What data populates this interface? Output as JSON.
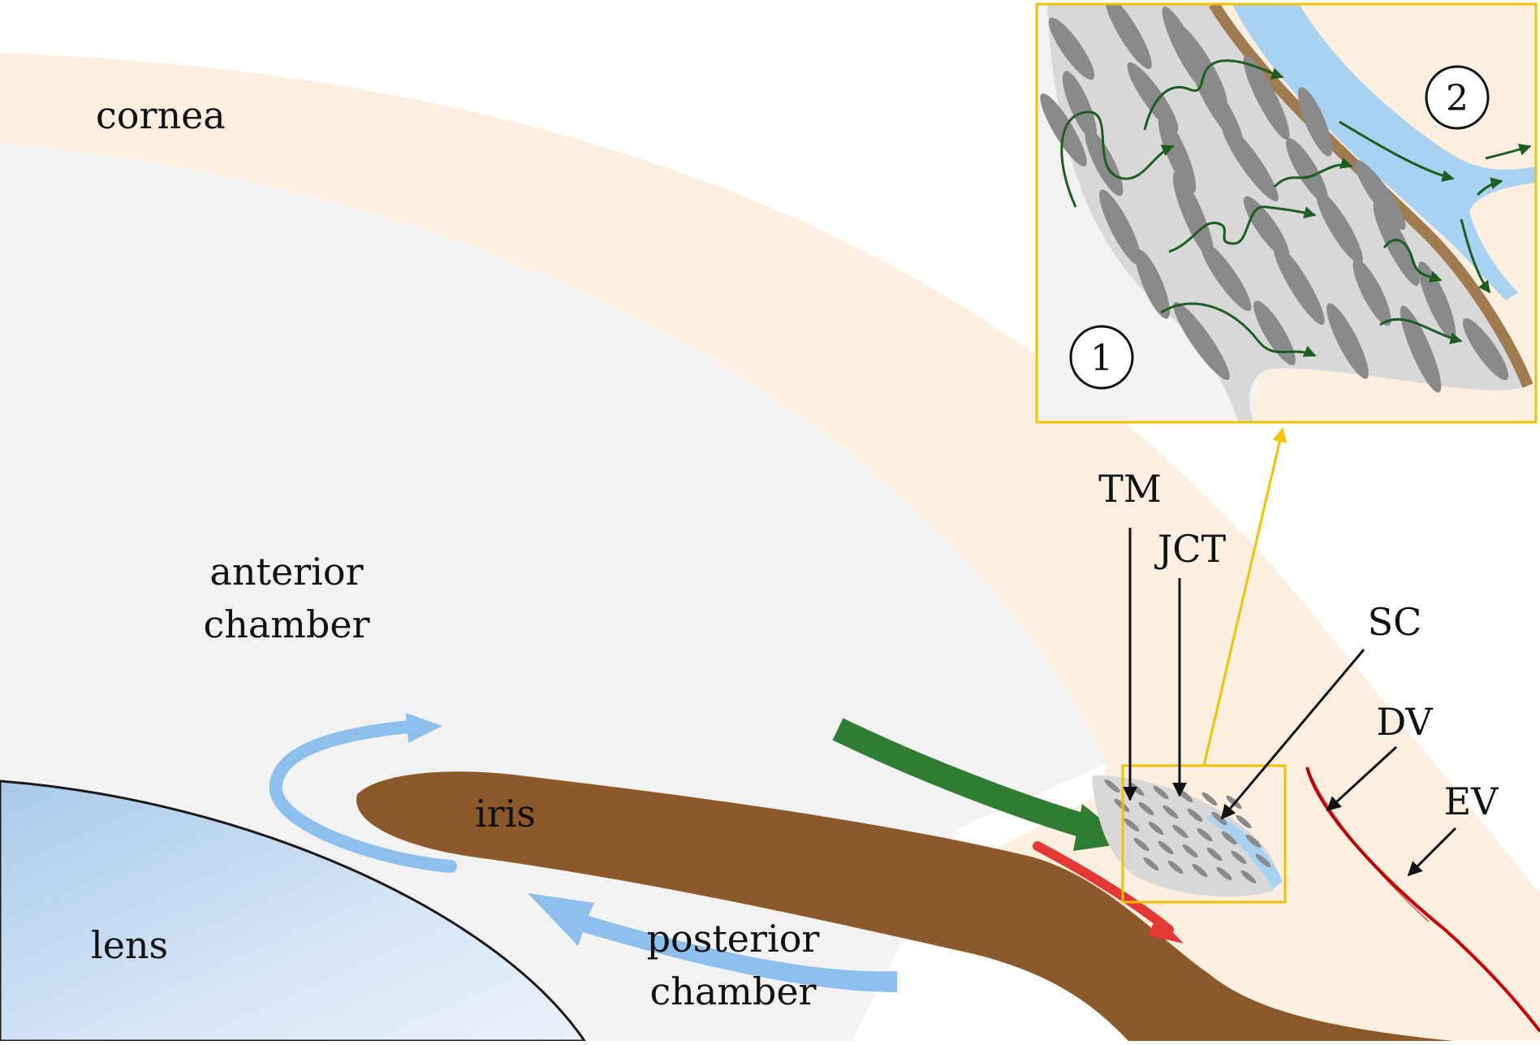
{
  "labels": {
    "cornea": "cornea",
    "anterior_chamber_line1": "anterior",
    "anterior_chamber_line2": "chamber",
    "iris": "iris",
    "lens": "lens",
    "posterior_chamber_line1": "posterior",
    "posterior_chamber_line2": "chamber",
    "tm": "TM",
    "jct": "JCT",
    "sc": "SC",
    "dv": "DV",
    "ev": "EV"
  },
  "inset": {
    "marker_1": "1",
    "marker_2": "2"
  },
  "colors": {
    "cornea": "#fcefe0",
    "anterior_chamber": "#f2f2f2",
    "lens": "#c6dcf2",
    "iris": "#8c5a2a",
    "aqueous_flow": "#8ec0ee",
    "conventional_outflow": "#2e7d32",
    "uveoscleral_outflow": "#e53935",
    "inset_border": "#f2c200",
    "vein": "#c40000",
    "trabecular_beam": "#8a8a8a",
    "schlemm_canal": "#a9d2f2"
  }
}
